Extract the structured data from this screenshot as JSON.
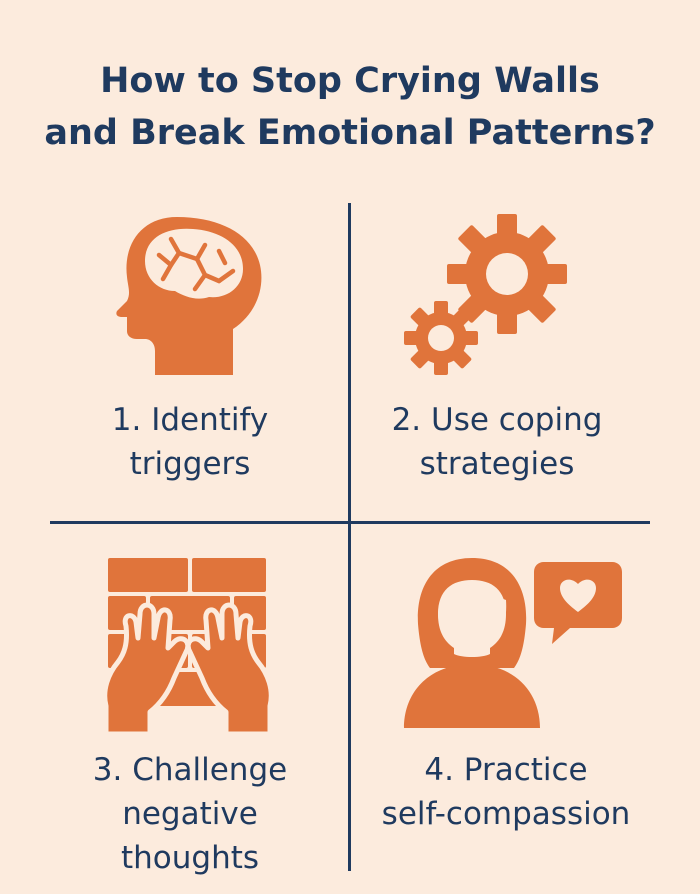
{
  "title": {
    "line1": "How to Stop Crying Walls",
    "line2": "and Break Emotional Patterns?"
  },
  "colors": {
    "background": "#FCEBDD",
    "text": "#1F3A5F",
    "accent": "#E0743B"
  },
  "steps": [
    {
      "line1": "1. Identify",
      "line2": "triggers",
      "icon": "brain-head-icon"
    },
    {
      "line1": "2. Use coping",
      "line2": "strategies",
      "icon": "gears-icon"
    },
    {
      "line1": "3. Challenge",
      "line2": "negative",
      "line3": "thoughts",
      "icon": "hands-wall-icon"
    },
    {
      "line1": "4. Practice",
      "line2": "self-compassion",
      "icon": "person-heart-icon"
    }
  ]
}
